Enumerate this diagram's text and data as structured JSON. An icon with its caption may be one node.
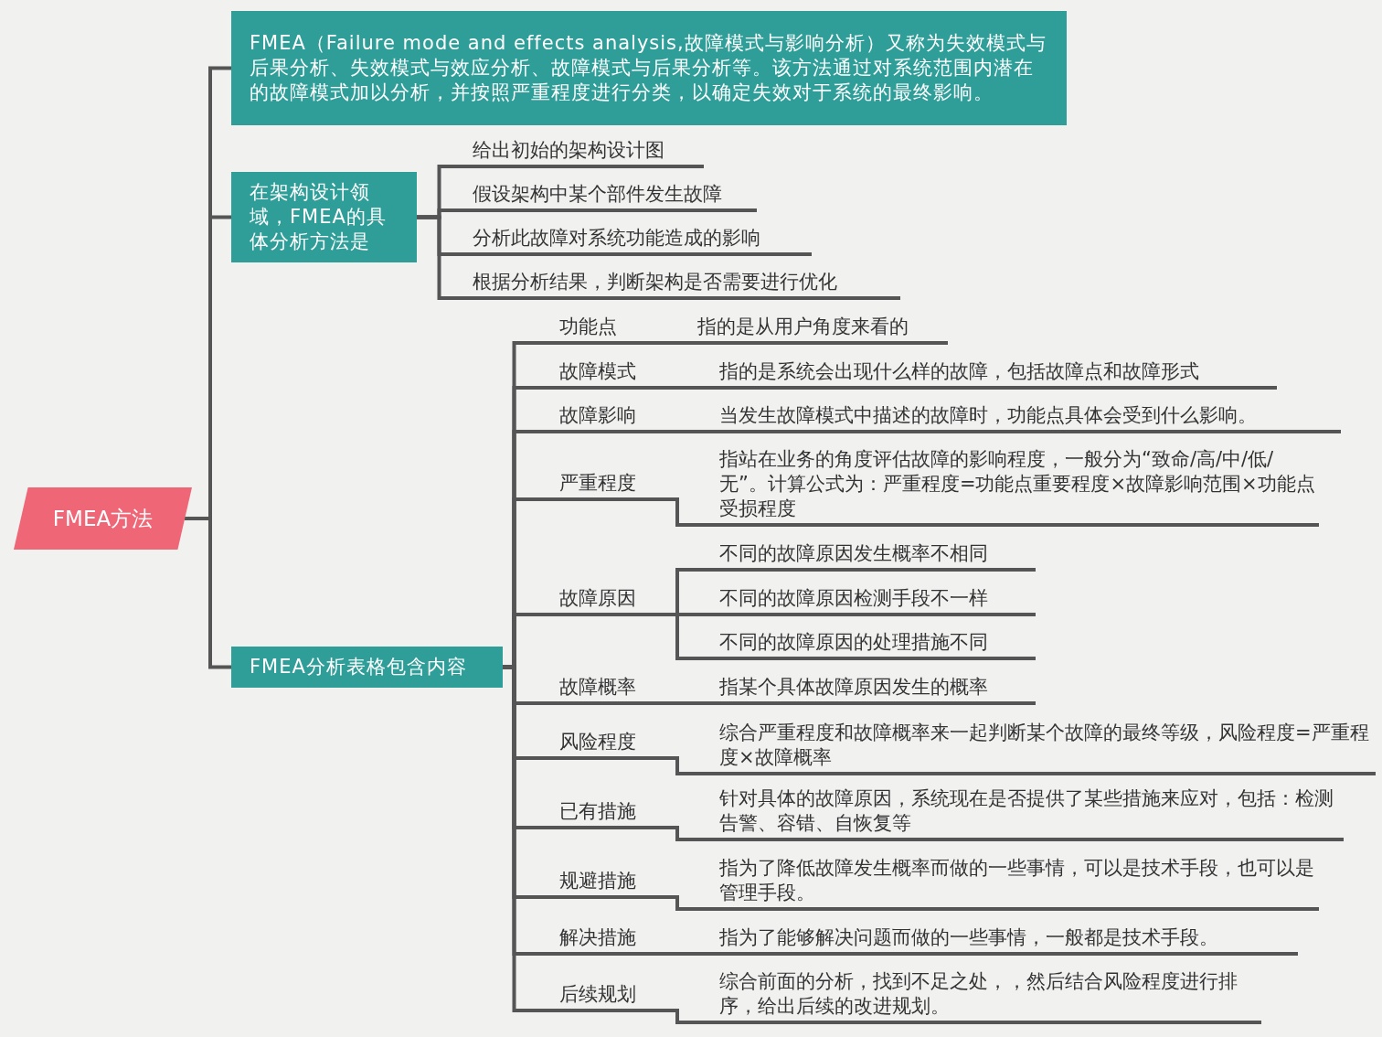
{
  "diagram": {
    "nodes": [
      {
        "text": [
          "FMEA方法"
        ]
      },
      {
        "text": [
          "FMEA（Failure mode and effects analysis,故障模式与影响分析）又称为失效模式与后果分析、失效模式与效应分析、故障模式与后果分析等。该方法通过对系统范围内潜在的故障模式加以分析，并按照严重程度进行分类，以确定失效对于系统的最终影响。"
        ]
      },
      {
        "text": [
          "在架构设计领域，FMEA的具体分析方法是"
        ]
      },
      {
        "text": [
          "给出初始的架构设计图"
        ]
      },
      {
        "text": [
          "假设架构中某个部件发生故障"
        ]
      },
      {
        "text": [
          "分析此故障对系统功能造成的影响"
        ]
      },
      {
        "text": [
          "根据分析结果，判断架构是否需要进行优化"
        ]
      },
      {
        "text": [
          "FMEA分析表格包含内容"
        ]
      },
      {
        "text": [
          "功能点"
        ]
      },
      {
        "text": [
          "指的是从用户角度来看的"
        ]
      },
      {
        "text": [
          "故障模式"
        ]
      },
      {
        "text": [
          "指的是系统会出现什么样的故障，包括故障点和故障形式"
        ]
      },
      {
        "text": [
          "故障影响"
        ]
      },
      {
        "text": [
          "当发生故障模式中描述的故障时，功能点具体会受到什么影响。"
        ]
      },
      {
        "text": [
          "严重程度"
        ]
      },
      {
        "text": [
          "指站在业务的角度评估故障的影响程度，一般分为“致命/高/中/低/无”。计算公式为：严重程度=功能点重要程度×故障影响范围×功能点受损程度"
        ]
      },
      {
        "text": [
          "故障原因"
        ]
      },
      {
        "text": [
          "不同的故障原因发生概率不相同"
        ]
      },
      {
        "text": [
          "不同的故障原因检测手段不一样"
        ]
      },
      {
        "text": [
          "不同的故障原因的处理措施不同"
        ]
      },
      {
        "text": [
          "故障概率"
        ]
      },
      {
        "text": [
          "指某个具体故障原因发生的概率"
        ]
      },
      {
        "text": [
          "风险程度"
        ]
      },
      {
        "text": [
          "综合严重程度和故障概率来一起判断某个故障的最终等级，风险程度=严重程度×故障概率"
        ]
      },
      {
        "text": [
          "已有措施"
        ]
      },
      {
        "text": [
          "针对具体的故障原因，系统现在是否提供了某些措施来应对，包括：检测告警、容错、自恢复等"
        ]
      },
      {
        "text": [
          "规避措施"
        ]
      },
      {
        "text": [
          "指为了降低故障发生概率而做的一些事情，可以是技术手段，也可以是管理手段。"
        ]
      },
      {
        "text": [
          "解决措施"
        ]
      },
      {
        "text": [
          "指为了能够解决问题而做的一些事情，一般都是技术手段。"
        ]
      },
      {
        "text": [
          "后续规划"
        ]
      },
      {
        "text": [
          "综合前面的分析，找到不足之处，，然后结合风险程度进行排序，给出后续的改进规划。"
        ]
      }
    ],
    "edges": [
      {
        "from": 0,
        "to": 1,
        "arrow": "none"
      },
      {
        "from": 0,
        "to": 2,
        "arrow": "none"
      },
      {
        "from": 0,
        "to": 7,
        "arrow": "none"
      },
      {
        "from": 2,
        "to": 3,
        "arrow": "none"
      },
      {
        "from": 2,
        "to": 4,
        "arrow": "none"
      },
      {
        "from": 2,
        "to": 5,
        "arrow": "none"
      },
      {
        "from": 2,
        "to": 6,
        "arrow": "none"
      },
      {
        "from": 7,
        "to": 8,
        "arrow": "none"
      },
      {
        "from": 7,
        "to": 10,
        "arrow": "none"
      },
      {
        "from": 7,
        "to": 12,
        "arrow": "none"
      },
      {
        "from": 7,
        "to": 14,
        "arrow": "none"
      },
      {
        "from": 7,
        "to": 16,
        "arrow": "none"
      },
      {
        "from": 7,
        "to": 20,
        "arrow": "none"
      },
      {
        "from": 7,
        "to": 22,
        "arrow": "none"
      },
      {
        "from": 7,
        "to": 24,
        "arrow": "none"
      },
      {
        "from": 7,
        "to": 26,
        "arrow": "none"
      },
      {
        "from": 7,
        "to": 28,
        "arrow": "none"
      },
      {
        "from": 7,
        "to": 30,
        "arrow": "none"
      },
      {
        "from": 8,
        "to": 9,
        "arrow": "none"
      },
      {
        "from": 10,
        "to": 11,
        "arrow": "none"
      },
      {
        "from": 12,
        "to": 13,
        "arrow": "none"
      },
      {
        "from": 14,
        "to": 15,
        "arrow": "none"
      },
      {
        "from": 16,
        "to": 17,
        "arrow": "none"
      },
      {
        "from": 16,
        "to": 18,
        "arrow": "none"
      },
      {
        "from": 16,
        "to": 19,
        "arrow": "none"
      },
      {
        "from": 20,
        "to": 21,
        "arrow": "none"
      },
      {
        "from": 22,
        "to": 23,
        "arrow": "none"
      },
      {
        "from": 24,
        "to": 25,
        "arrow": "none"
      },
      {
        "from": 26,
        "to": 27,
        "arrow": "none"
      },
      {
        "from": 28,
        "to": 29,
        "arrow": "none"
      },
      {
        "from": 30,
        "to": 31,
        "arrow": "none"
      }
    ]
  }
}
